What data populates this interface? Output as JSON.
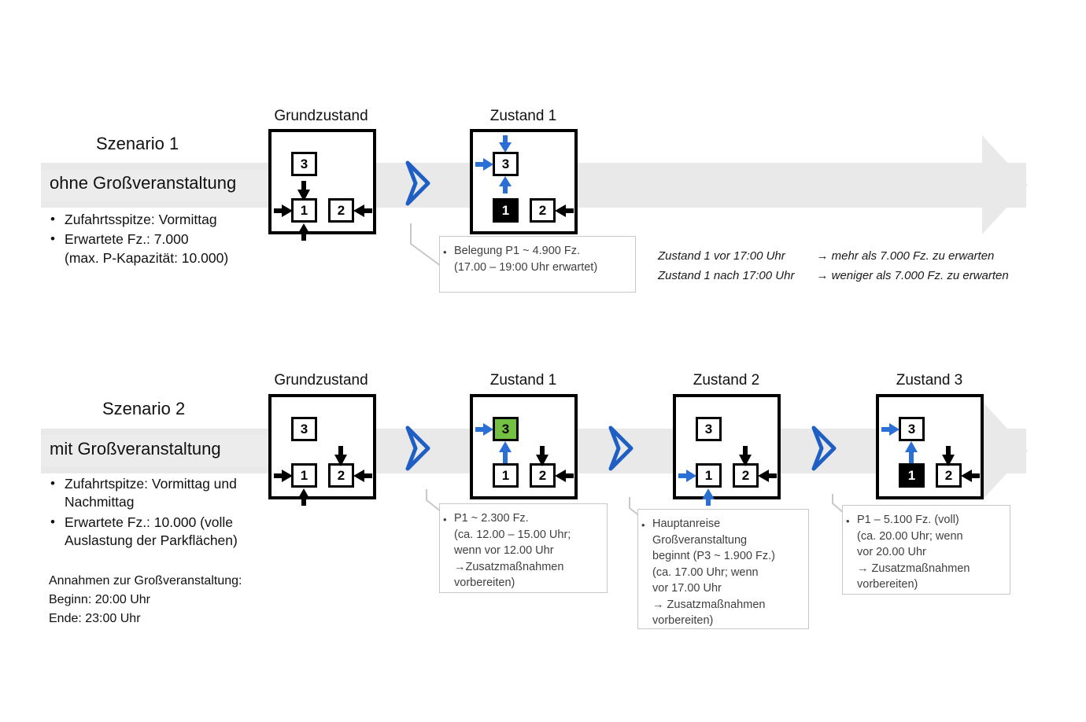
{
  "colors": {
    "band_grey": "#e9e9e9",
    "highlight_grey": "#ececec",
    "chevron_blue": "#1f5fc4",
    "arrow_blue": "#2a6fd6",
    "box_green": "#73c043",
    "box_full_black": "#000000",
    "callout_border": "#c8c8c8"
  },
  "scenario1": {
    "title": "Szenario 1",
    "subtitle": "ohne Großveranstaltung",
    "bullets": [
      "Zufahrtsspitze: Vormittag",
      "Erwartete Fz.: 7.000\n(max. P-Kapazität: 10.000)"
    ],
    "bullet1": "Zufahrtsspitze: Vormittag",
    "bullet2_line1": "Erwartete Fz.: 7.000",
    "bullet2_line2": "(max. P-Kapazität: 10.000)",
    "states": [
      {
        "title": "Grundzustand",
        "boxes": [
          "3",
          "1",
          "2"
        ]
      },
      {
        "title": "Zustand 1",
        "boxes": [
          "3",
          "1",
          "2"
        ]
      }
    ],
    "state0_title": "Grundzustand",
    "state1_title": "Zustand 1",
    "callout": {
      "bullet": "•",
      "line1": "Belegung P1 ~ 4.900 Fz.",
      "line2": "(17.00 – 19:00 Uhr erwartet)"
    },
    "note": {
      "row1_left": "Zustand 1 vor 17:00 Uhr",
      "row1_right": "→ mehr als 7.000 Fz. zu erwarten",
      "row2_left": "Zustand 1 nach 17:00 Uhr",
      "row2_right": "→ weniger als 7.000 Fz. zu erwarten"
    }
  },
  "scenario2": {
    "title": "Szenario 2",
    "subtitle": "mit Großveranstaltung",
    "bullet1_line1": "Zufahrtspitze: Vormittag und",
    "bullet1_line2": "Nachmittag",
    "bullet2_line1": "Erwartete Fz.: 10.000 (volle",
    "bullet2_line2": "Auslastung der Parkflächen)",
    "assumptions": {
      "line1": "Annahmen zur  Großveranstaltung:",
      "line2": "Beginn: 20:00 Uhr",
      "line3": "Ende: 23:00 Uhr"
    },
    "state0_title": "Grundzustand",
    "state1_title": "Zustand 1",
    "state2_title": "Zustand 2",
    "state3_title": "Zustand 3",
    "callout1": {
      "bullet": "•",
      "line1": "P1 ~ 2.300 Fz.",
      "line2": "(ca. 12.00 – 15.00 Uhr;",
      "line3": "wenn vor 12.00 Uhr",
      "line4": "→Zusatzmaßnahmen",
      "line5": "vorbereiten)"
    },
    "callout2": {
      "bullet": "•",
      "line1": "Hauptanreise",
      "line2": "Großveranstaltung",
      "line3": "beginnt (P3 ~ 1.900 Fz.)",
      "line4": "(ca. 17.00 Uhr; wenn",
      "line5": "vor 17.00 Uhr",
      "line6": "→ Zusatzmaßnahmen",
      "line7": "vorbereiten)"
    },
    "callout3": {
      "bullet": "•",
      "line1": "P1 – 5.100 Fz. (voll)",
      "line2": "(ca. 20.00 Uhr; wenn",
      "line3": "vor 20.00 Uhr",
      "line4": "→ Zusatzmaßnahmen",
      "line5": "vorbereiten)"
    }
  },
  "box_labels": {
    "p1": "1",
    "p2": "2",
    "p3": "3"
  }
}
